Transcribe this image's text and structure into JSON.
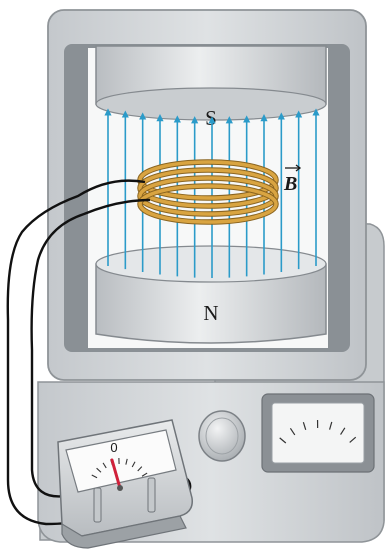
{
  "labels": {
    "south_pole": "S",
    "north_pole": "N",
    "field": "B",
    "galvanometer_zero": "0"
  },
  "field_lines": {
    "color": "#2b9bc9",
    "count": 13
  },
  "coil": {
    "color": "#d9a441",
    "turns": 4
  },
  "colors": {
    "housing": "#d0d3d6",
    "housing_dark": "#9ea3a8",
    "pole_face": "#e4e6e8",
    "needle": "#d0213a",
    "wire": "#111111"
  }
}
